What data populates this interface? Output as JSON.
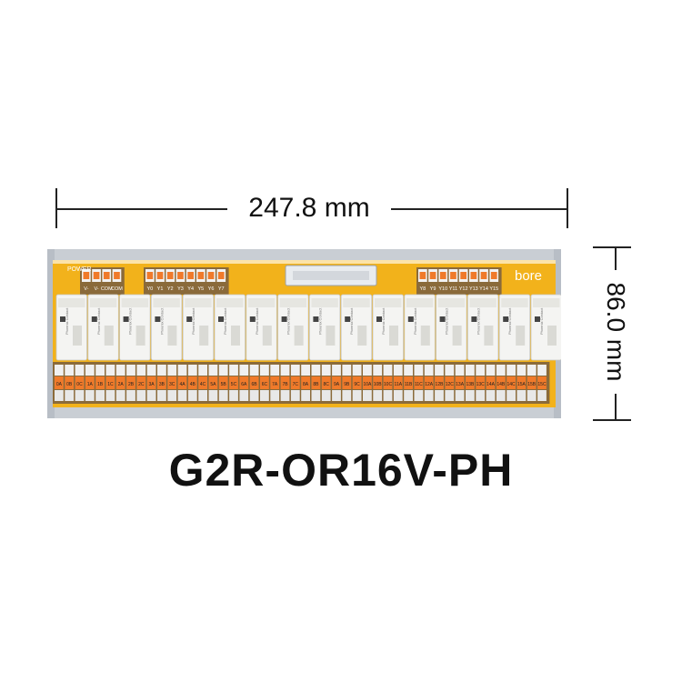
{
  "dimensions": {
    "width_label": "247.8 mm",
    "height_label": "86.0 mm"
  },
  "product": {
    "model": "G2R-OR16V-PH",
    "brand_mark": "bore",
    "power_label": "POWER",
    "power_terminals": [
      "V-",
      "V-",
      "COM",
      "COM"
    ],
    "outputs_left": [
      "Y0",
      "Y1",
      "Y2",
      "Y3",
      "Y4",
      "Y5",
      "Y6",
      "Y7"
    ],
    "outputs_right": [
      "Y8",
      "Y9",
      "Y10",
      "Y11",
      "Y12",
      "Y13",
      "Y14",
      "Y15"
    ],
    "bottom_terminals": [
      "0A",
      "0B",
      "0C",
      "1A",
      "1B",
      "1C",
      "2A",
      "2B",
      "2C",
      "3A",
      "3B",
      "3C",
      "4A",
      "4B",
      "4C",
      "5A",
      "5B",
      "5C",
      "6A",
      "6B",
      "6C",
      "7A",
      "7B",
      "7C",
      "8A",
      "8B",
      "8C",
      "9A",
      "9B",
      "9C",
      "10A",
      "10B",
      "10C",
      "11A",
      "11B",
      "11C",
      "12A",
      "12B",
      "12C",
      "13A",
      "13B",
      "13C",
      "14A",
      "14B",
      "14C",
      "15A",
      "15B",
      "15C"
    ],
    "relay_count": 16,
    "relay_label": "Phoenix Contact"
  },
  "colors": {
    "pcb": "#F2B21B",
    "rail": "#C9CED4",
    "terminal_orange": "#F07A2A",
    "relay_body": "#F4F4F2"
  }
}
